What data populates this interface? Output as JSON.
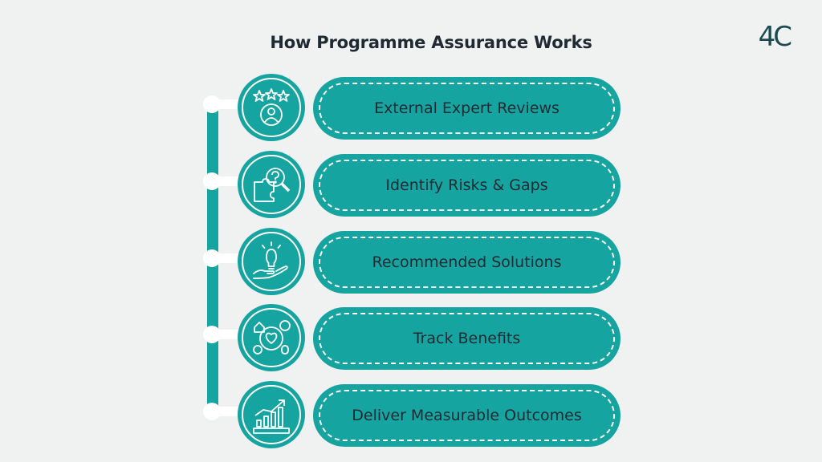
{
  "title": "How Programme Assurance Works",
  "logo": "4C",
  "colors": {
    "teal": "#16a4a1",
    "background": "#f0f2f2",
    "text": "#1f2a33",
    "logo": "#1c4b4f"
  },
  "steps": [
    {
      "label": "External Expert Reviews",
      "icon": "star-person-icon"
    },
    {
      "label": "Identify Risks & Gaps",
      "icon": "puzzle-magnifier-icon"
    },
    {
      "label": "Recommended Solutions",
      "icon": "lightbulb-hand-icon"
    },
    {
      "label": "Track Benefits",
      "icon": "heart-benefits-icon"
    },
    {
      "label": "Deliver Measurable Outcomes",
      "icon": "growth-chart-icon"
    }
  ]
}
